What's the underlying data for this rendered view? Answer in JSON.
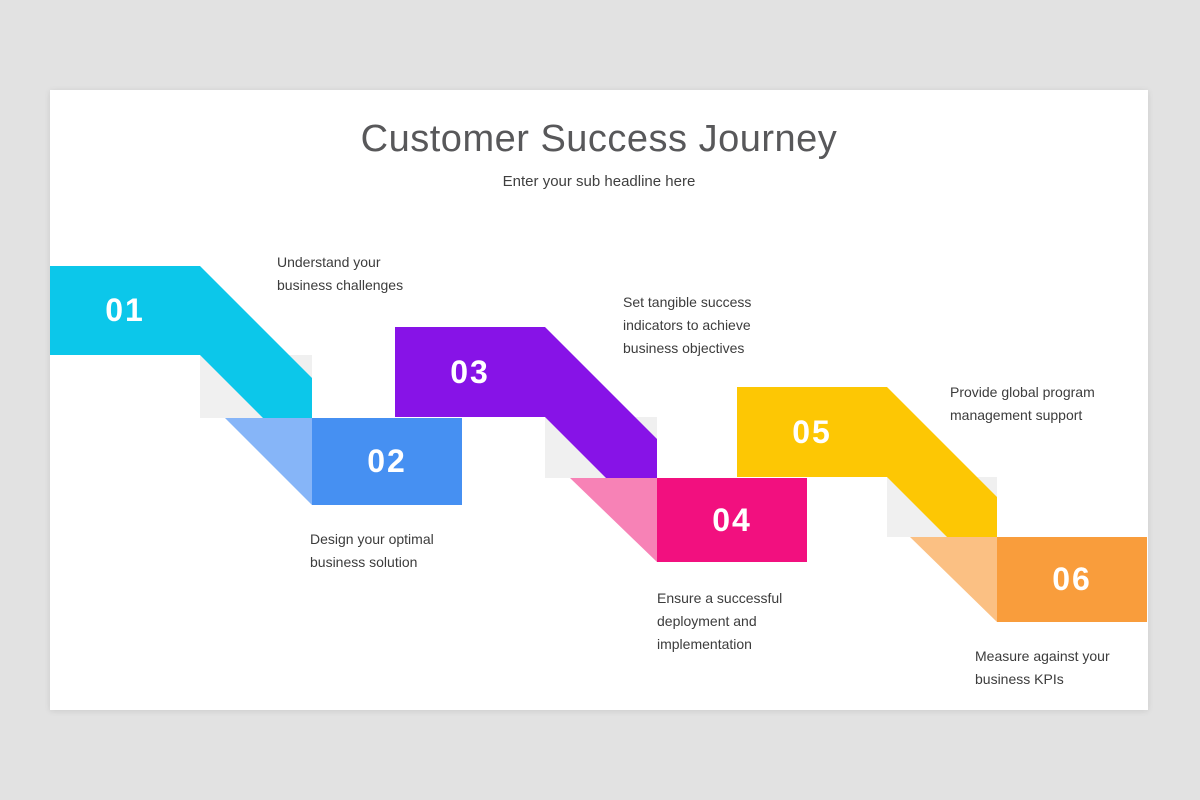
{
  "slide": {
    "title": "Customer Success Journey",
    "subtitle": "Enter your sub headline here"
  },
  "steps": [
    {
      "number": "01",
      "label": "Understand your business challenges",
      "color": "#0CC7EA"
    },
    {
      "number": "02",
      "label": "Design your optimal business solution",
      "color": "#4690F2",
      "tint": "#86B5F8"
    },
    {
      "number": "03",
      "label": "Set tangible success indicators to achieve business objectives",
      "color": "#8713E7"
    },
    {
      "number": "04",
      "label": "Ensure a successful deployment and implementation",
      "color": "#F2107F",
      "tint": "#F782B6"
    },
    {
      "number": "05",
      "label": "Provide global program management support",
      "color": "#FDC704"
    },
    {
      "number": "06",
      "label": "Measure against your business KPIs",
      "color": "#F99D3C",
      "tint": "#FBC083"
    }
  ],
  "palette": {
    "page_background": "#E2E2E2",
    "slide_background": "#FFFFFF",
    "shadow_block": "#F0F0F0",
    "title_text": "#58585A",
    "body_text": "#3C3C3C",
    "number_text": "#FFFFFF"
  }
}
